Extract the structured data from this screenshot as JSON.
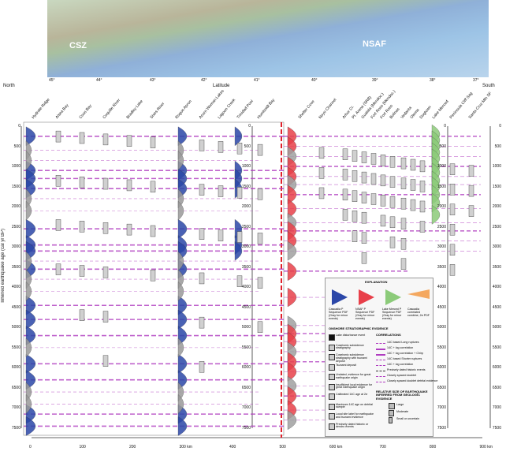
{
  "map": {
    "labels": [
      "CSZ",
      "NSAF"
    ]
  },
  "header": {
    "north": "North",
    "south": "South",
    "latitude": "Latitude",
    "lat_ticks": [
      "45°",
      "44°",
      "43°",
      "42°",
      "41°",
      "40°",
      "39°",
      "38°",
      "37°"
    ]
  },
  "sites": [
    "Hydrate Ridge",
    "Alsea Bay",
    "Coos Bay",
    "Coquille River",
    "Bradley Lake",
    "Sixes River",
    "Rogue Apron",
    "Acorn Woman Lakes",
    "Lagoon Creek",
    "Trinidad Pool",
    "Humboldt Bay",
    "Shelter Cove",
    "Noyo Channel",
    "Arbor Cr.",
    "Pt. Arena (SRB)",
    "Gualala (Mendoc.)",
    "Fort Ross (Mendoc.)",
    "Fort Ross",
    "Bolinas",
    "Vedanta",
    "Olema",
    "Dogtown",
    "Lake Merced",
    "Peninsula Cliff Sag",
    "Santa Cruz Mtn SF"
  ],
  "y_axis": {
    "label": "Inferred earthquake age (cal yr BP)",
    "ticks": [
      "0",
      "500",
      "1000",
      "1500",
      "2000",
      "2500",
      "3000",
      "3500",
      "4000",
      "4500",
      "5000",
      "5500",
      "6000",
      "6500",
      "7000",
      "7500"
    ]
  },
  "x_axis": {
    "ticks": [
      "0",
      "100",
      "200",
      "300 km",
      "400",
      "500",
      "600 km",
      "700",
      "800",
      "900 km"
    ]
  },
  "events": {
    "cascadia_major": [
      250,
      1100,
      1300,
      1550,
      2550,
      2950,
      3100,
      3550,
      4450,
      4800,
      5200,
      5900,
      6300,
      7150,
      7450
    ],
    "cascadia_minor": [
      600,
      850,
      1800,
      2100,
      3350,
      3800,
      4100,
      5500,
      6600,
      6900
    ],
    "nsaf": [
      250,
      500,
      750,
      1000,
      1250,
      1450,
      1700,
      2050,
      2400,
      2600,
      2850,
      3100,
      3600,
      4250,
      4950,
      5150,
      5350,
      5600,
      5850,
      6100,
      6450,
      6700,
      7050,
      7300
    ],
    "merced": [
      200,
      350,
      500,
      650,
      800,
      1000,
      1150,
      1350,
      1500,
      1700,
      1900,
      2200
    ]
  },
  "colors": {
    "cascadia": "#2b47a8",
    "nsaf": "#e8404a",
    "merced": "#8ccb7a",
    "correlation": "#b03cc0",
    "gray": "#9a9a9a",
    "fault": "#e0202a"
  },
  "legend": {
    "title": "EXPLANATION",
    "pdf_labels": [
      "Cascadia P Sequence PDF (Gray for minor events)",
      "NSAF P Sequence PDF (Gray for minor events)",
      "Lake Merced P Sequence PDF (Gray for minor events)",
      "Cascadia correlated combine, 2σ PDF"
    ],
    "onshore_title": "ONSHORE STRATIGRAPHIC EVIDENCE",
    "onshore": [
      "Lake disturbance event",
      "Coseismic subsidence stratigraphy",
      "Coseismic subsidence stratigraphy with tsunami deposit",
      "Tsunami deposit",
      "Undated, evidence for great earthquake origin",
      "Insufficient local evidence for great earthquake origin",
      "Calibrated 14C age at 2σ",
      "Maximum 14C age on detrital sample",
      "Local site label for earthquake and tsunami evidence",
      "Precisely dated historic or dendro events"
    ],
    "corr_title": "CORRELATIONS",
    "correlations": [
      "14C based Long ruptures",
      "14C + log correlation",
      "14C + log correlation + Chirp",
      "14C based Shorter ruptures",
      "14C + log correlation",
      "Precisely dated historic events",
      "Closely spaced doublet",
      "Closely spaced doublet detrital evidence"
    ],
    "size_title": "RELATIVE SIZE OF EARTHQUAKE INFERRED FROM GEOLOGIC EVIDENCE",
    "sizes": [
      "Large",
      "Moderate",
      "Small or uncertain"
    ]
  }
}
